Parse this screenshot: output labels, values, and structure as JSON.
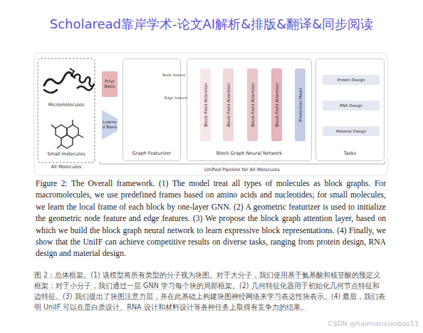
{
  "diagram": {
    "title": "Scholaread靠岸学术-论文AI解析&排版&翻译&同步阅读",
    "caption": "Figure 2: The Overall framework. (1) The model treat all types of molecules as block graphs. For macromolecules, we use predefined frames based on amino acids and nucleotides; for small molecules, we learn the local frame of each block by one-layer GNN. (2) A geometric featurizer is used to initialize the geometric node feature and edge features. (3) We propose the block graph attention layer, based on which we build the block graph neural network to learn expressive block representations. (4) Finally, we show that the UniIF can achieve competitive results on diverse tasks, ranging from protein design, RNA design and material design.",
    "nodes": [
      {
        "text": [
          "All Molecules"
        ]
      },
      {
        "text": [
          "Prior Basis"
        ]
      },
      {
        "text": [
          "Learned Basis"
        ]
      },
      {
        "text": [
          "Graph Featurizer"
        ]
      },
      {
        "text": [
          "Block Graph Neural Network"
        ]
      },
      {
        "text": [
          "Block Field Attention"
        ],
        "in": 4
      },
      {
        "text": [
          "Block Field Attention"
        ],
        "in": 4
      },
      {
        "text": [
          "Block Field Attention"
        ],
        "in": 4
      },
      {
        "text": [
          "Block Field Attention"
        ],
        "in": 4
      },
      {
        "text": [
          "Prediction Head"
        ],
        "in": 4
      },
      {
        "text": [
          "Tasks"
        ]
      },
      {
        "text": [
          "Protein Design"
        ],
        "in": 10
      },
      {
        "text": [
          "RNA Design"
        ],
        "in": 10
      },
      {
        "text": [
          "Material Design"
        ],
        "in": 10
      }
    ],
    "labels": [
      "Micromolecules",
      "Small molecules",
      "Node feature",
      "Edge feature",
      "Unified Pipeline for All Molecules",
      "图 2：总体框架。(1) 该模型将所有类型的分子视为块图。对于大分子，我们使用基于氨基酸和核苷酸的预定义框架；对于小分子，我们通过一层 GNN 学习每个块的局部框架。(2) 几何特征化器用于初始化几何节点特征和边特征。(3) 我们提出了块图注意力层，并在此基础上构建块图神经网络来学习表达性块表示。(4) 最后，我们表明 UniIF 可以在蛋白质设计、RNA 设计和材料设计等各种任务上取得有竞争力的结果。",
      "CSDN @haimianxiaobao11"
    ]
  }
}
